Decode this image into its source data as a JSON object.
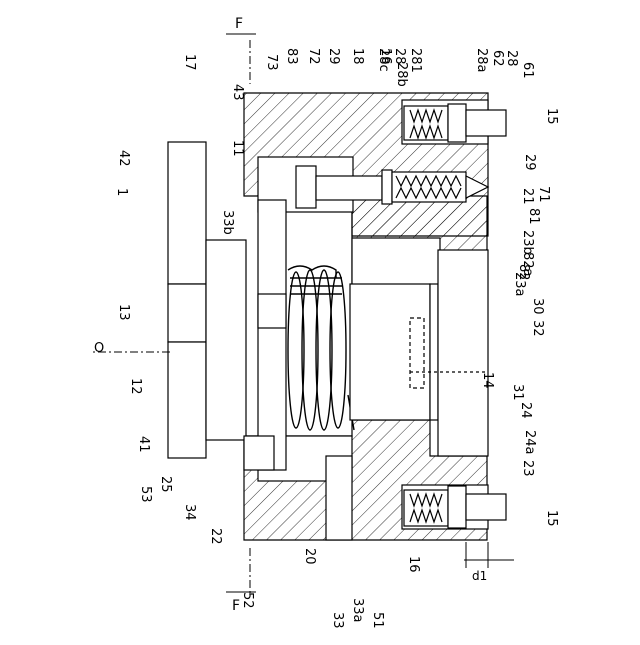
{
  "figure": {
    "section_mark_top": "F",
    "section_mark_bottom": "F",
    "axis_label": "O",
    "gap_label": "d1",
    "labels": [
      {
        "id": "1",
        "text": "1"
      },
      {
        "id": "11",
        "text": "11"
      },
      {
        "id": "12",
        "text": "12"
      },
      {
        "id": "13",
        "text": "13"
      },
      {
        "id": "14",
        "text": "14"
      },
      {
        "id": "15a",
        "text": "15"
      },
      {
        "id": "15b",
        "text": "15"
      },
      {
        "id": "16a",
        "text": "16"
      },
      {
        "id": "16b",
        "text": "16"
      },
      {
        "id": "17",
        "text": "17"
      },
      {
        "id": "18",
        "text": "18"
      },
      {
        "id": "20",
        "text": "20"
      },
      {
        "id": "21",
        "text": "21"
      },
      {
        "id": "22",
        "text": "22"
      },
      {
        "id": "23",
        "text": "23"
      },
      {
        "id": "23a",
        "text": "23a"
      },
      {
        "id": "23b",
        "text": "23b"
      },
      {
        "id": "24",
        "text": "24"
      },
      {
        "id": "24a",
        "text": "24a"
      },
      {
        "id": "25",
        "text": "25"
      },
      {
        "id": "28a",
        "text": "28"
      },
      {
        "id": "28b",
        "text": "28"
      },
      {
        "id": "28a_s",
        "text": "28a"
      },
      {
        "id": "28b_s",
        "text": "28b"
      },
      {
        "id": "28c",
        "text": "28c"
      },
      {
        "id": "29a",
        "text": "29"
      },
      {
        "id": "29b",
        "text": "29"
      },
      {
        "id": "30",
        "text": "30"
      },
      {
        "id": "31",
        "text": "31"
      },
      {
        "id": "32",
        "text": "32"
      },
      {
        "id": "33",
        "text": "33"
      },
      {
        "id": "33a",
        "text": "33a"
      },
      {
        "id": "33b",
        "text": "33b"
      },
      {
        "id": "34",
        "text": "34"
      },
      {
        "id": "41",
        "text": "41"
      },
      {
        "id": "42",
        "text": "42"
      },
      {
        "id": "43",
        "text": "43"
      },
      {
        "id": "51",
        "text": "51"
      },
      {
        "id": "52",
        "text": "52"
      },
      {
        "id": "53",
        "text": "53"
      },
      {
        "id": "61",
        "text": "61"
      },
      {
        "id": "62",
        "text": "62"
      },
      {
        "id": "71",
        "text": "71"
      },
      {
        "id": "72",
        "text": "72"
      },
      {
        "id": "73",
        "text": "73"
      },
      {
        "id": "81",
        "text": "81"
      },
      {
        "id": "82",
        "text": "82"
      },
      {
        "id": "82a",
        "text": "82a"
      },
      {
        "id": "83",
        "text": "83"
      },
      {
        "id": "281",
        "text": "281"
      }
    ]
  }
}
